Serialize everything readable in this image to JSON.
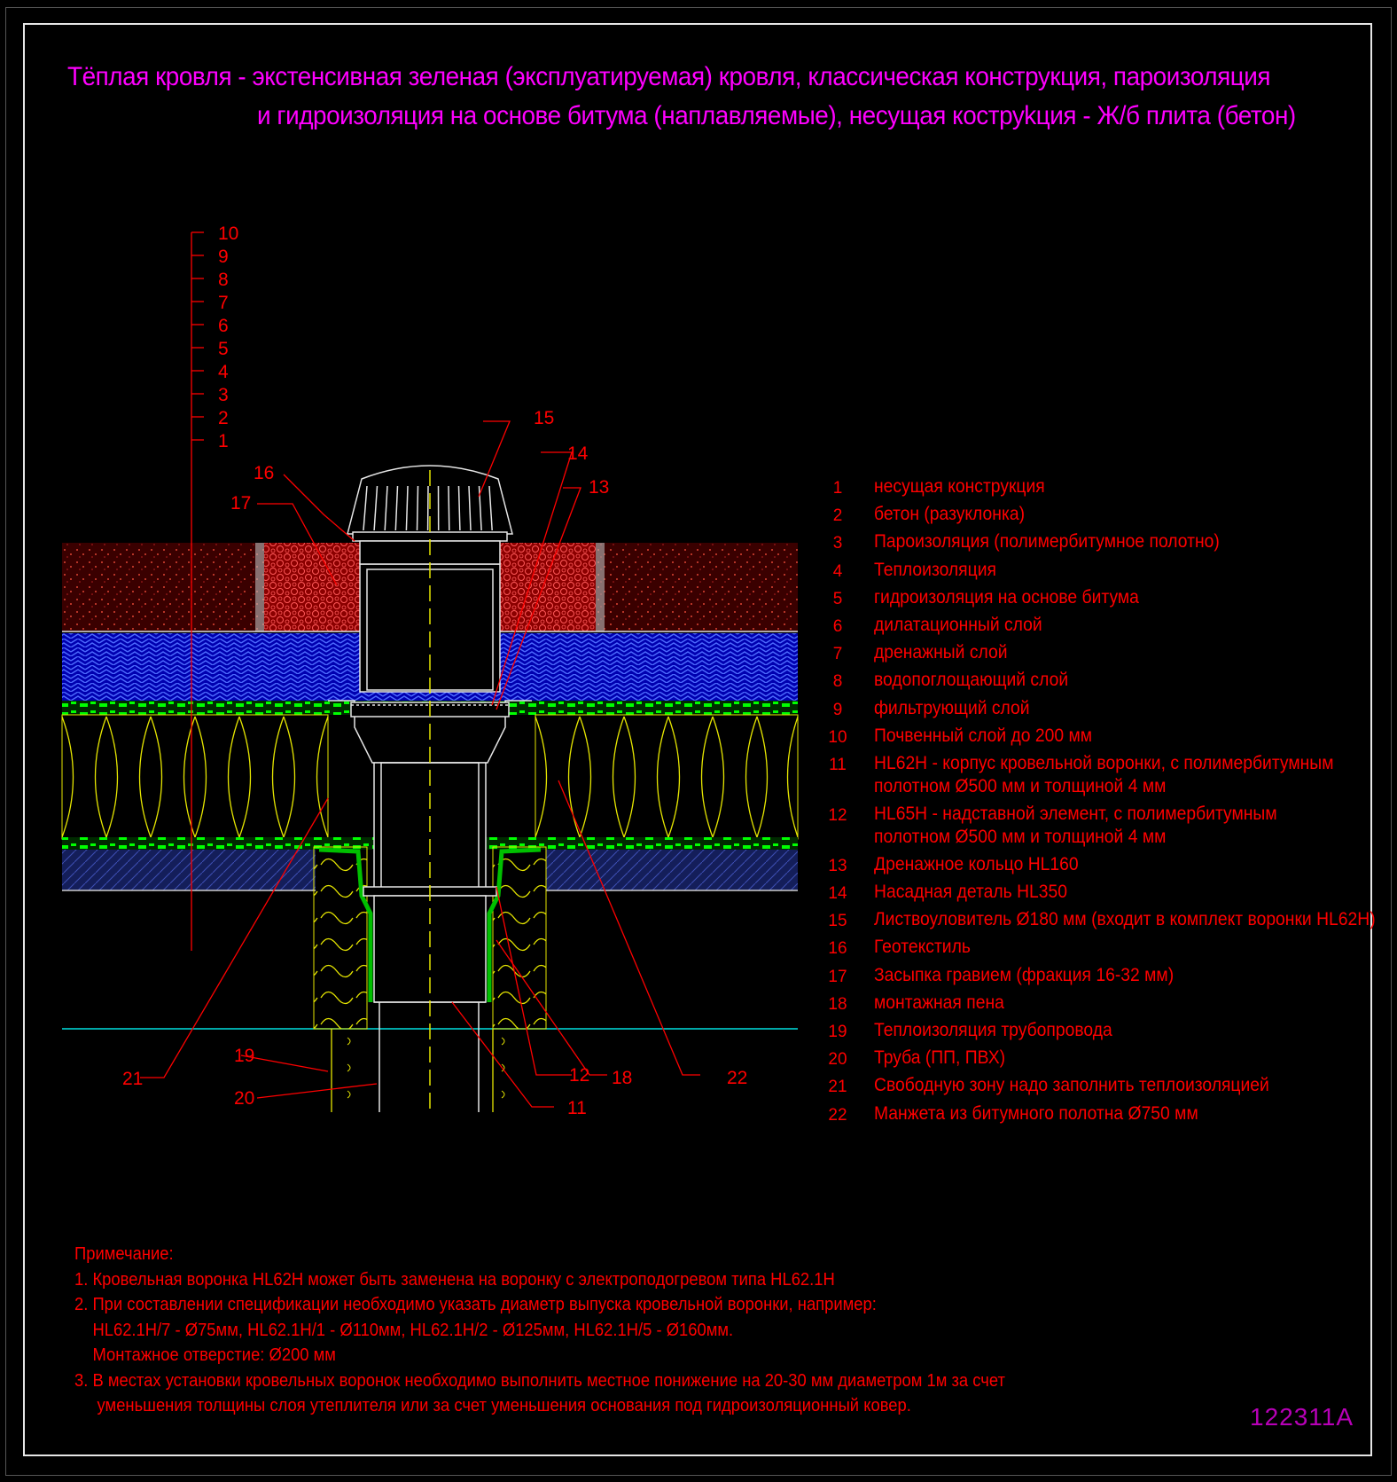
{
  "title": {
    "line1": "Тёплая кровля - экстенсивная зеленая (эксплуатируемая) кровля, классическая конструкция, пароизоляция",
    "line2": "и гидроизоляция на основе битума (наплавляемые), несущая коструkция - Ж/б плита (бетон)"
  },
  "scale_labels": [
    "10",
    "9",
    "8",
    "7",
    "6",
    "5",
    "4",
    "3",
    "2",
    "1"
  ],
  "callouts": {
    "c15": "15",
    "c14": "14",
    "c13": "13",
    "c16": "16",
    "c17": "17",
    "c19": "19",
    "c20": "20",
    "c21": "21",
    "c12": "12",
    "c11": "11",
    "c18": "18",
    "c22": "22"
  },
  "legend": [
    {
      "num": "1",
      "text": "несущая конструкция"
    },
    {
      "num": "2",
      "text": "бетон (разуклонка)"
    },
    {
      "num": "3",
      "text": "Пароизоляция (полимербитумное полотно)"
    },
    {
      "num": "4",
      "text": "Теплоизоляция"
    },
    {
      "num": "5",
      "text": "гидроизоляция на основе битума"
    },
    {
      "num": "6",
      "text": "дилатационный слой"
    },
    {
      "num": "7",
      "text": "дренажный   слой"
    },
    {
      "num": "8",
      "text": "водопоглощающий слой"
    },
    {
      "num": "9",
      "text": "фильтрующий слой"
    },
    {
      "num": "10",
      "text": "Почвенный слой до 200 мм"
    },
    {
      "num": "11",
      "text": "HL62H - корпус кровельной воронки, с полимербитумным",
      "text2": "полотном Ø500 мм и толщиной 4 мм"
    },
    {
      "num": "12",
      "text": "HL65H - надставной элемент, с полимербитумным",
      "text2": "полотном Ø500 мм и толщиной 4 мм"
    },
    {
      "num": "13",
      "text": "Дренажное кольцо HL160"
    },
    {
      "num": "14",
      "text": "Насадная деталь HL350"
    },
    {
      "num": "15",
      "text": "Листвоуловитель Ø180 мм (входит в комплект воронки HL62H)"
    },
    {
      "num": "16",
      "text": "Геотекстиль"
    },
    {
      "num": "17",
      "text": "Засыпка гравием (фракция 16-32 мм)"
    },
    {
      "num": "18",
      "text": "монтажная пена"
    },
    {
      "num": "19",
      "text": "Теплоизоляция трубопровода"
    },
    {
      "num": "20",
      "text": "Труба (ПП, ПВХ)"
    },
    {
      "num": "21",
      "text": "Свободную зону надо заполнить теплоизоляцией"
    },
    {
      "num": "22",
      "text": "Манжета из битумного полотна Ø750 мм"
    }
  ],
  "notes": {
    "head": "Примечание:",
    "n1": "1. Кровельная воронка HL62H может быть заменена на воронку с электроподогревом типа HL62.1H",
    "n2": "2. При составлении спецификации необходимо указать диаметр выпуска кровельной воронки, например:",
    "n2b": "    HL62.1H/7 - Ø75мм, HL62.1H/1 - Ø110мм, HL62.1H/2 - Ø125мм, HL62.1H/5 - Ø160мм.",
    "n2c": "    Монтажное отверстие: Ø200 мм",
    "n3": "3. В местах установки кровельных воронок необходимо выполнить местное понижение на 20-30 мм диаметром 1м за счет",
    "n3b": "     уменьшения толщины слоя утеплителя или за счет уменьшения основания под гидроизоляционный ковер."
  },
  "drawing_code": "122311A",
  "colors": {
    "title": "#ff00ff",
    "text": "#ff0000",
    "soil": "#8b0000",
    "drain": "#0000cc",
    "green": "#00ff00",
    "insulation": "#e0e000",
    "screed": "#1f2f7a",
    "code": "#b700b7"
  }
}
